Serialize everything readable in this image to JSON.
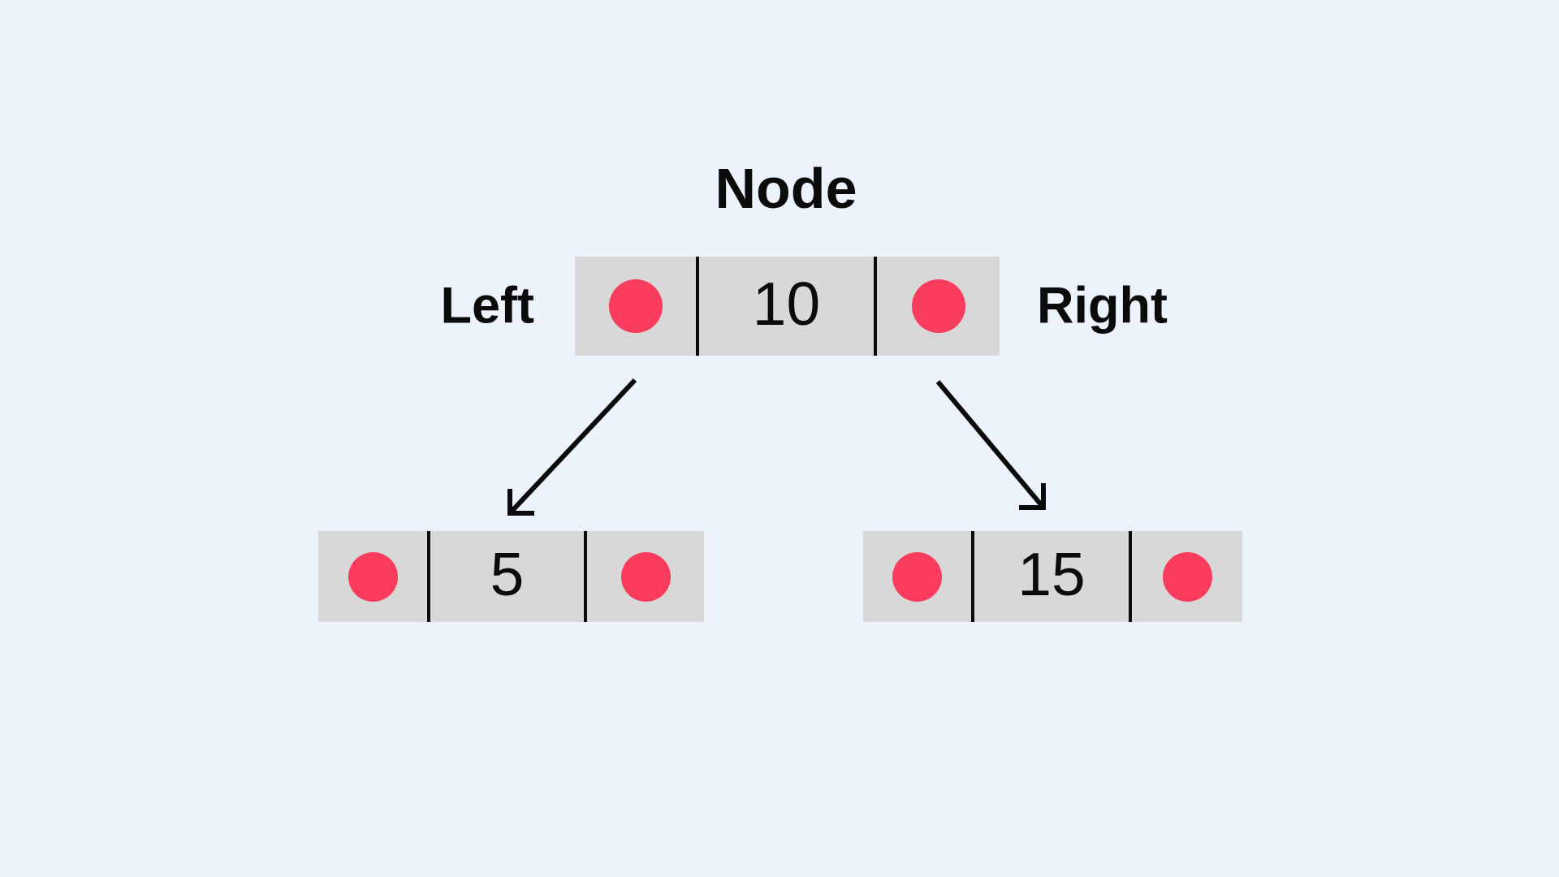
{
  "colors": {
    "background": "#EDF3FD",
    "node_fill": "#D8D8D8",
    "pointer_dot": "#F93B5E",
    "ink": "#0B0B0B"
  },
  "diagram": {
    "title": "Node",
    "left_pointer_label": "Left",
    "right_pointer_label": "Right",
    "nodes": {
      "root": {
        "value": "10"
      },
      "left_child": {
        "value": "5"
      },
      "right_child": {
        "value": "15"
      }
    }
  }
}
